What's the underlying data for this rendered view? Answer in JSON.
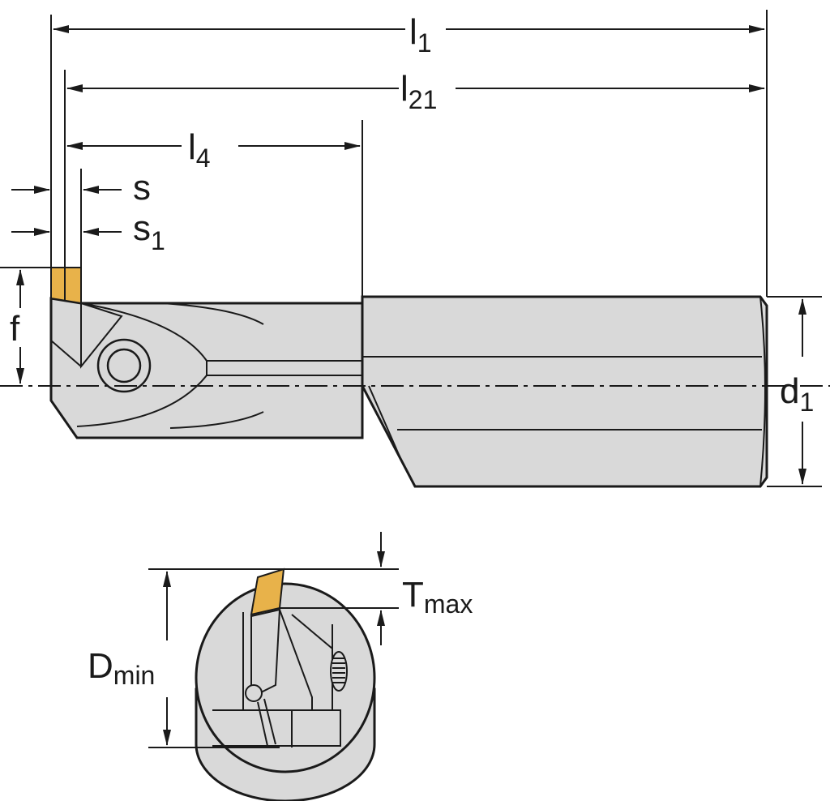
{
  "colors": {
    "body": "#d9d9d9",
    "outline": "#1a1a1a",
    "insert": "#e8b24a",
    "background": "#ffffff"
  },
  "dimensions": {
    "l1": {
      "main": "l",
      "sub": "1"
    },
    "l21": {
      "main": "l",
      "sub": "21"
    },
    "l4": {
      "main": "l",
      "sub": "4"
    },
    "s": {
      "main": "s",
      "sub": ""
    },
    "s1": {
      "main": "s",
      "sub": "1"
    },
    "f": {
      "main": "f",
      "sub": ""
    },
    "d1": {
      "main": "d",
      "sub": "1"
    },
    "tmax": {
      "main": "T",
      "sub": "max"
    },
    "dmin": {
      "main": "D",
      "sub": "min"
    }
  }
}
